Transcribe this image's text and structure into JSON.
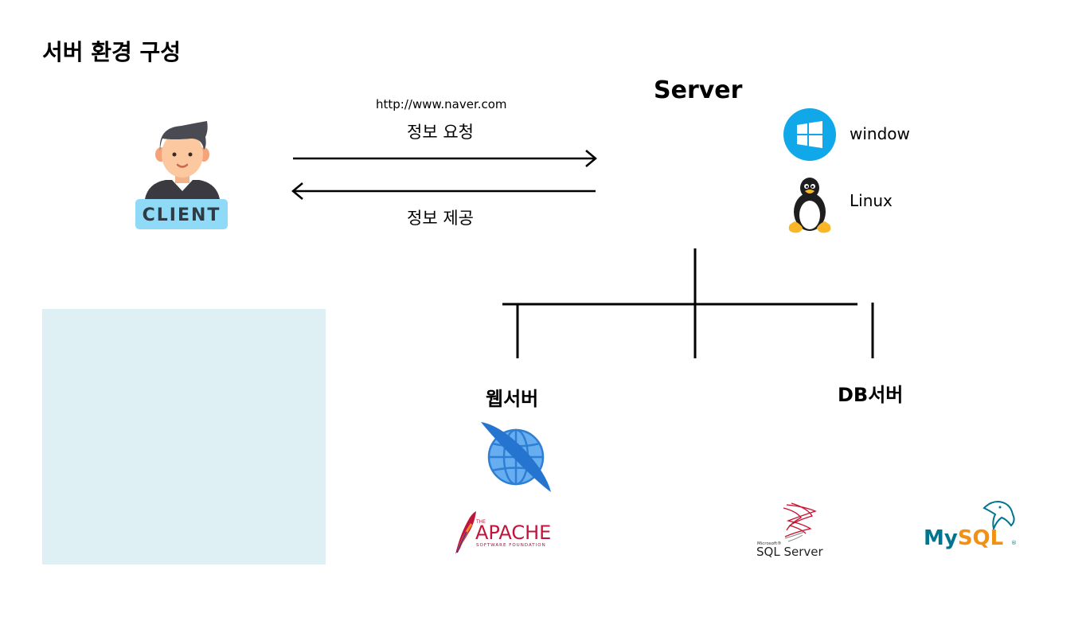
{
  "title": "서버 환경 구성",
  "client": {
    "badge": "CLIENT"
  },
  "arrows": {
    "url": "http://www.naver.com",
    "request": "정보 요청",
    "response": "정보 제공"
  },
  "server": {
    "title": "Server",
    "os": [
      {
        "label": "window",
        "icon": "windows-logo-icon",
        "color": "#10a8e8"
      },
      {
        "label": "Linux",
        "icon": "linux-penguin-icon"
      }
    ]
  },
  "web_server": {
    "title": "웹서버",
    "logo_text": {
      "small": "THE",
      "main": "APACHE",
      "sub": "SOFTWARE FOUNDATION"
    }
  },
  "db_server": {
    "title": "DB서버",
    "sql_server": {
      "small": "Microsoft®",
      "main": "SQL Server"
    },
    "mysql": {
      "main": "MySQL",
      "color_my": "#00758f",
      "color_sql": "#f29111"
    }
  }
}
